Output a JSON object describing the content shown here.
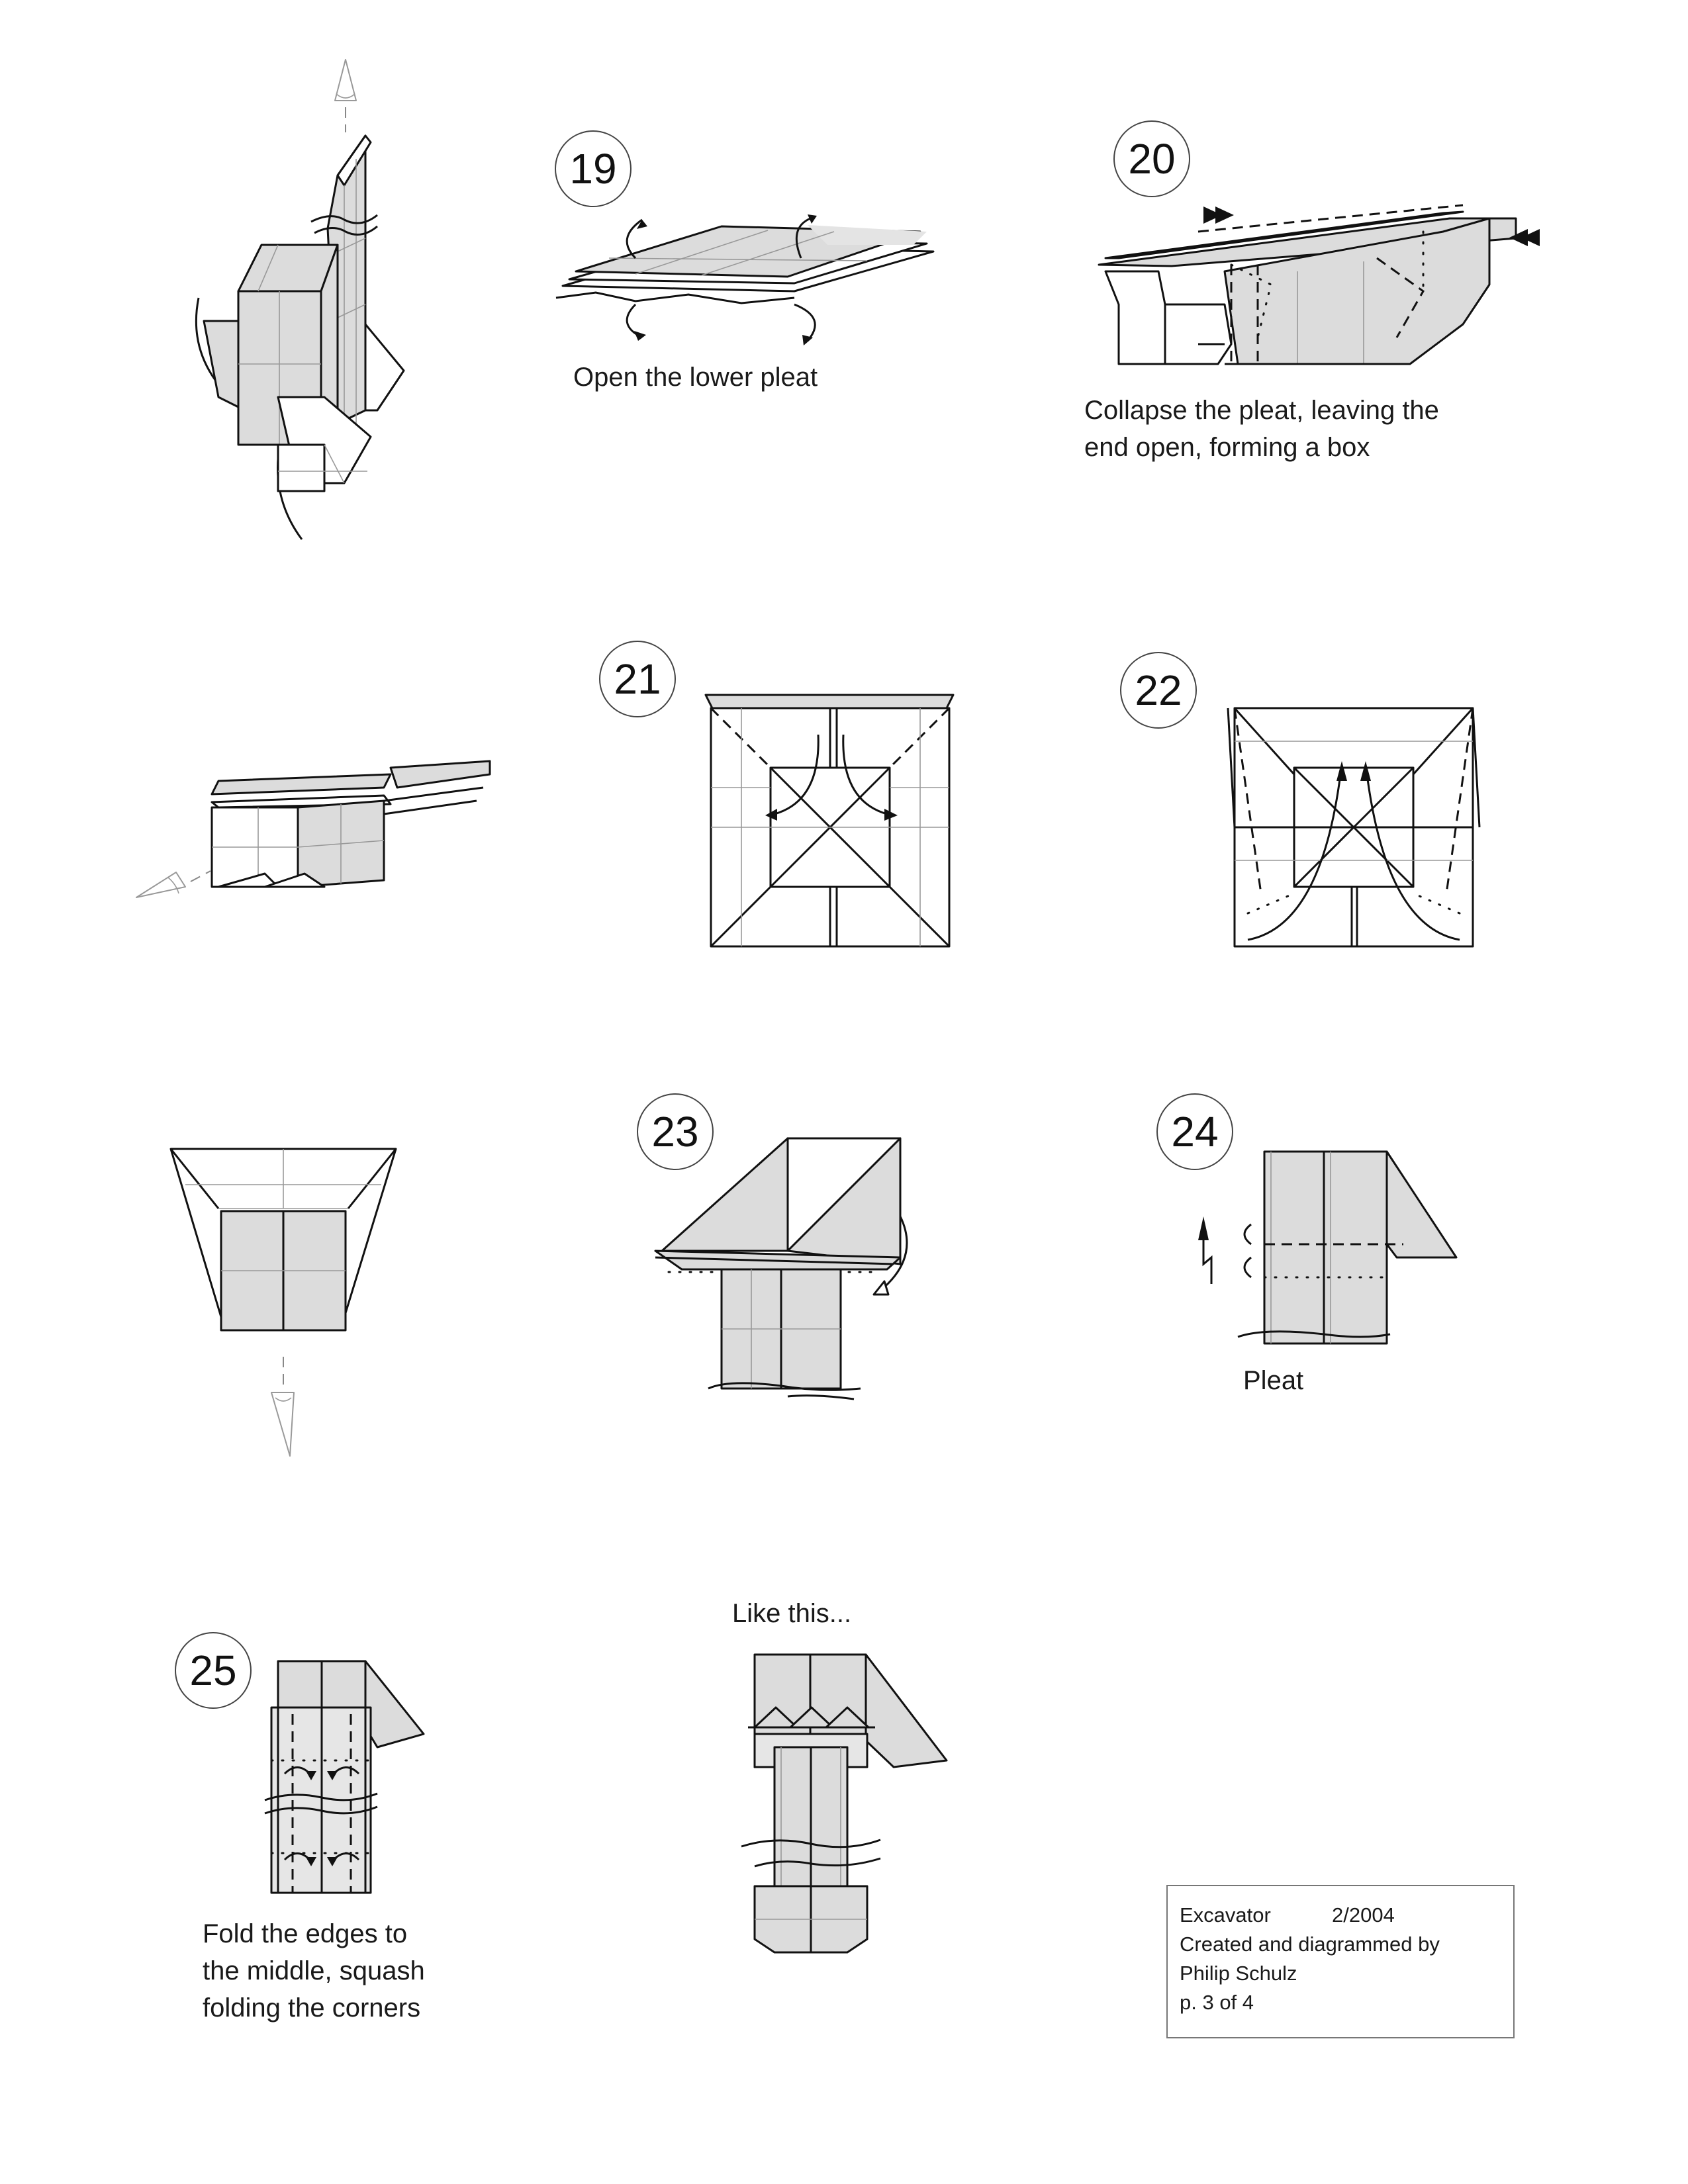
{
  "steps": [
    {
      "number": "19",
      "caption": "Open the lower pleat"
    },
    {
      "number": "20",
      "caption_lines": [
        "Collapse the pleat, leaving the",
        "end open, forming a box"
      ]
    },
    {
      "number": "21"
    },
    {
      "number": "22"
    },
    {
      "number": "23"
    },
    {
      "number": "24",
      "caption": "Pleat"
    },
    {
      "number": "25",
      "caption_lines": [
        "Fold the edges to",
        "the middle, squash",
        "folding the corners"
      ]
    }
  ],
  "result_label": "Like this...",
  "credit": {
    "title": "Excavator",
    "date": "2/2004",
    "line2": "Created and diagrammed by",
    "author": "Philip Schulz",
    "page": "p. 3 of 4"
  },
  "icons": [
    "view-eye-icon",
    "mountain-fold-arrow-icon",
    "push-in-arrow-icon",
    "pleat-arrow-icon"
  ]
}
